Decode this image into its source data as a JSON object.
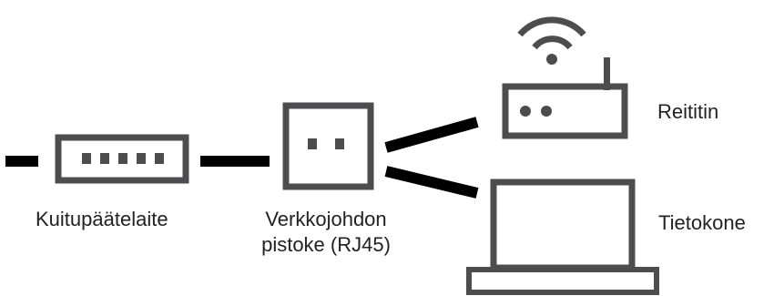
{
  "labels": {
    "ont": "Kuitupäätelaite",
    "socket_line1": "Verkkojohdon",
    "socket_line2": "pistoke (RJ45)",
    "router": "Reititin",
    "computer": "Tietokone"
  },
  "colors": {
    "device": "#4d4d4f",
    "cable": "#000000",
    "text": "#222222"
  }
}
